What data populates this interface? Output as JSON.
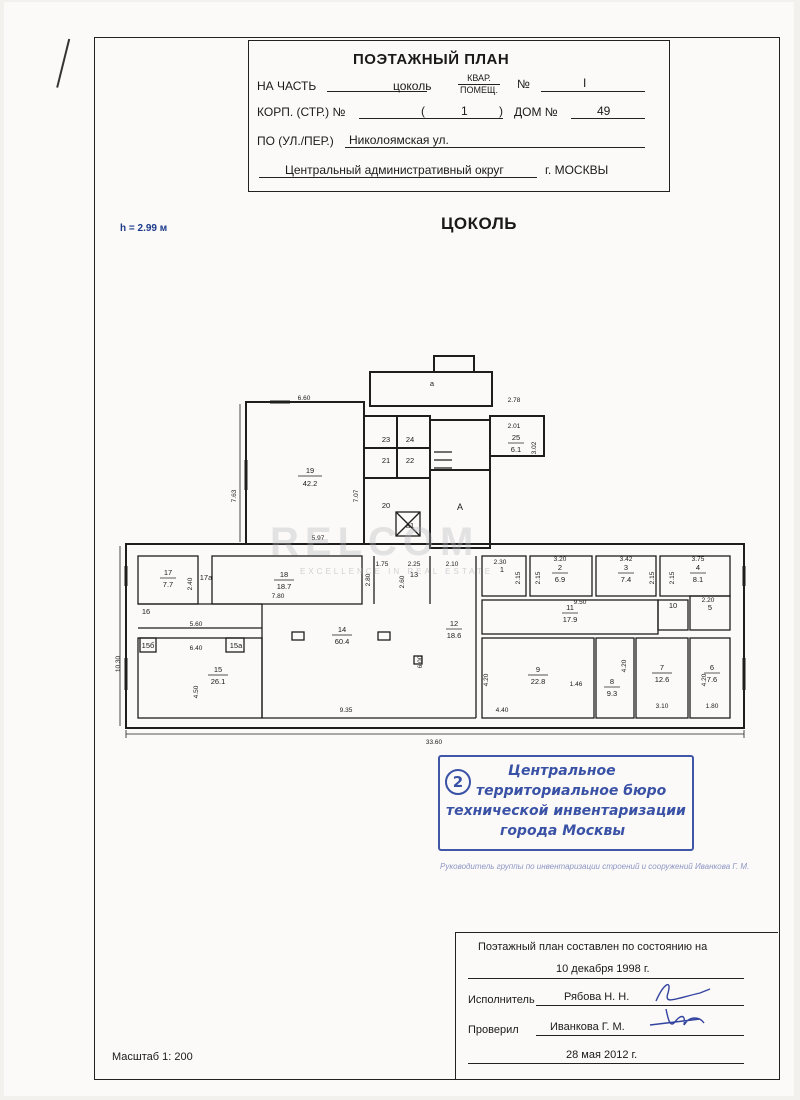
{
  "header": {
    "title": "ПОЭТАЖНЫЙ ПЛАН",
    "na_chast_label": "НА ЧАСТЬ",
    "na_chast_value": "цоколь",
    "kvar_label": "КВАР.",
    "pomeshch_label": "ПОМЕЩ.",
    "number_label": "№",
    "number_value": "I",
    "korp_label": "КОРП. (СТР.) №",
    "korp_open": "(",
    "korp_value": "1",
    "korp_close": ")",
    "dom_label": "ДОМ №",
    "dom_value": "49",
    "street_label": "ПО (УЛ./ПЕР.)",
    "street_value": "Николоямская ул.",
    "district_value": "Центральный административный округ",
    "city_value": "г. МОСКВЫ"
  },
  "height_note": "h = 2.99 м",
  "level_title": "ЦОКОЛЬ",
  "watermark": {
    "brand": "RELCOM",
    "tagline": "EXCELLENCE IN REAL ESTATE"
  },
  "plan": {
    "rooms": [
      {
        "num": "19",
        "area": "42.2"
      },
      {
        "num": "23",
        "area": ""
      },
      {
        "num": "24",
        "area": ""
      },
      {
        "num": "21",
        "area": ""
      },
      {
        "num": "22",
        "area": ""
      },
      {
        "num": "20",
        "area": ""
      },
      {
        "num": "25",
        "area": "6.1"
      },
      {
        "num": "17",
        "area": "7.7"
      },
      {
        "num": "18",
        "area": "18.7"
      },
      {
        "num": "13",
        "area": ""
      },
      {
        "num": "1",
        "area": ""
      },
      {
        "num": "2",
        "area": "6.9"
      },
      {
        "num": "3",
        "area": "7.4"
      },
      {
        "num": "4",
        "area": "8.1"
      },
      {
        "num": "11",
        "area": "17.9"
      },
      {
        "num": "10",
        "area": ""
      },
      {
        "num": "5",
        "area": ""
      },
      {
        "num": "14",
        "area": "60.4"
      },
      {
        "num": "12",
        "area": "18.6"
      },
      {
        "num": "15",
        "area": "26.1"
      },
      {
        "num": "9",
        "area": "22.8"
      },
      {
        "num": "8",
        "area": "9.3"
      },
      {
        "num": "7",
        "area": "12.6"
      },
      {
        "num": "6",
        "area": "7.6"
      }
    ],
    "labels": {
      "a_lower": "а",
      "a_upper": "А",
      "a1": "а1",
      "r16": "16",
      "r17a": "17а",
      "r15a": "15а",
      "r15b": "15б"
    },
    "dims": {
      "d660": "6.60",
      "d278": "2.78",
      "d201": "2.01",
      "d302": "3.02",
      "d763": "7.63",
      "d707": "7.07",
      "d597": "5.97",
      "d175": "1.75",
      "d225": "2.25",
      "d210": "2.10",
      "d230": "2.30",
      "d320": "3.20",
      "d342": "3.42",
      "d375": "3.75",
      "d215a": "2.15",
      "d215b": "2.15",
      "d215c": "2.15",
      "d215d": "2.15",
      "d240": "2.40",
      "d780": "7.80",
      "d280": "2.80",
      "d260": "2.60",
      "d950": "9.50",
      "d220": "2.20",
      "d560": "5.60",
      "d1030": "10.30",
      "d640": "6.40",
      "d450": "4.50",
      "d600": "6.00",
      "d420a": "4.20",
      "d146": "1.46",
      "d420b": "4.20",
      "d420c": "4.20",
      "d440": "4.40",
      "d310": "3.10",
      "d180": "1.80",
      "d935": "9.35",
      "d3360": "33.60"
    }
  },
  "stamp": {
    "number": "2",
    "line1": "Центральное",
    "line2": "территориальное бюро",
    "line3": "технической инвентаризации",
    "line4": "города Москвы"
  },
  "faded_note": "Руководитель группы по инвентаризации строений и сооружений Иванкова Г. М.",
  "info": {
    "compiled_label": "Поэтажный план составлен по состоянию на",
    "compiled_date": "10 декабря 1998 г.",
    "executor_label": "Исполнитель",
    "executor_name": "Рябова Н. Н.",
    "checked_label": "Проверил",
    "checked_name": "Иванкова Г. М.",
    "checked_date": "28 мая 2012 г."
  },
  "scale": "Масштаб 1: 200"
}
